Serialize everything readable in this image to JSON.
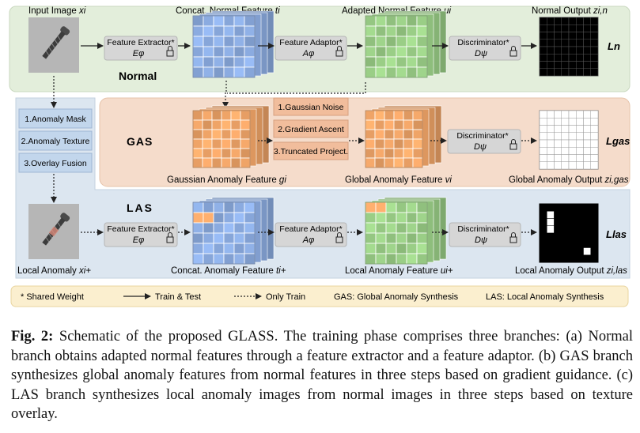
{
  "normal": {
    "title": "Normal",
    "input_label": "Input Image",
    "input_var": "xi",
    "extractor_label": "Feature Extractor*",
    "extractor_var": "Eφ",
    "concat_label": "Concat. Normal Feature",
    "concat_var": "ti",
    "adaptor_label": "Feature Adaptor*",
    "adaptor_var": "Aφ",
    "adapted_label": "Adapted Normal Feature",
    "adapted_var": "ui",
    "disc_label": "Discriminator*",
    "disc_var": "Dψ",
    "output_label": "Normal Output",
    "output_var": "zi,n",
    "loss": "Ln"
  },
  "left_steps": [
    "1.Anomaly Mask",
    "2.Anomaly Texture",
    "3.Overlay Fusion"
  ],
  "gas": {
    "title": "GAS",
    "steps": [
      "1.Gaussian Noise",
      "2.Gradient Ascent",
      "3.Truncated Project."
    ],
    "gaussian_label": "Gaussian Anomaly Feature",
    "gaussian_var": "gi",
    "global_label": "Global Anomaly Feature",
    "global_var": "vi",
    "disc_label": "Discriminator*",
    "disc_var": "Dψ",
    "output_label": "Global Anomaly Output",
    "output_var": "zi,gas",
    "loss": "Lgas"
  },
  "las": {
    "title": "LAS",
    "input_label": "Local Anomaly",
    "input_var": "xi+",
    "extractor_label": "Feature Extractor*",
    "extractor_var": "Eφ",
    "concat_label": "Concat. Anomaly Feature",
    "concat_var": "ti+",
    "adaptor_label": "Feature Adaptor*",
    "adaptor_var": "Aφ",
    "local_label": "Local Anomaly Feature",
    "local_var": "ui+",
    "disc_label": "Discriminator*",
    "disc_var": "Dψ",
    "output_label": "Local Anomaly Output",
    "output_var": "zi,las",
    "loss": "Llas"
  },
  "legend": {
    "shared": "* Shared Weight",
    "train_test": "Train & Test",
    "only_train": "Only Train",
    "gas": "GAS:  Global Anomaly Synthesis",
    "las": "LAS:  Local Anomaly Synthesis"
  },
  "caption": {
    "label": "Fig. 2:",
    "text": "Schematic of the proposed GLASS. The training phase comprises three branches: (a) Normal branch obtains adapted normal features through a feature extractor and a feature adaptor. (b) GAS branch synthesizes global anomaly features from normal features in three steps based on gradient guidance. (c) LAS branch synthesizes local anomaly images from normal images in three steps based on texture overlay."
  },
  "colors": {
    "normal_bg": "#e3eedb",
    "gas_bg": "#f5dccb",
    "las_bg": "#dce6f0",
    "legend_bg": "#fbefcf",
    "box_gray": "#d6d6d6",
    "step_orange": "#f1bd9c",
    "step_blue": "#c2d6ec",
    "cube_blue": "#8fb0e6",
    "cube_green": "#9ed38a",
    "cube_orange": "#f5a86a"
  }
}
